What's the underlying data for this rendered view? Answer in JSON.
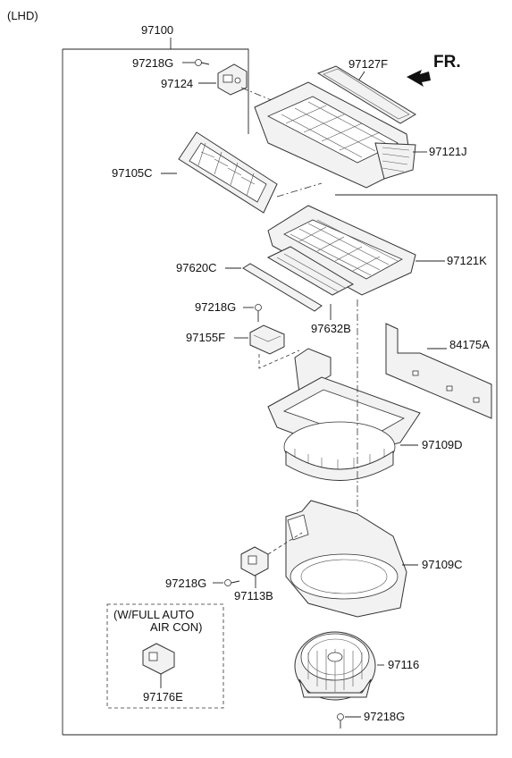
{
  "header": {
    "variant": "(LHD)",
    "direction": "FR."
  },
  "callouts": {
    "assembly": "97100",
    "screw_top": "97218G",
    "actuator": "97124",
    "seal": "97127F",
    "case_upper": "97121J",
    "intake_filter": "97105C",
    "case_filter": "97121K",
    "filter_seal": "97620C",
    "screw_mid": "97218G",
    "filter": "97632B",
    "resistor": "97155F",
    "duct_cover": "84175A",
    "housing_upper": "97109D",
    "housing_lower": "97109C",
    "screw_lower": "97218G",
    "sensor": "97113B",
    "motor": "97116",
    "screw_bottom": "97218G",
    "option_part": "97176E"
  },
  "option_box": {
    "line1": "(W/FULL AUTO",
    "line2": "AIR CON)"
  }
}
